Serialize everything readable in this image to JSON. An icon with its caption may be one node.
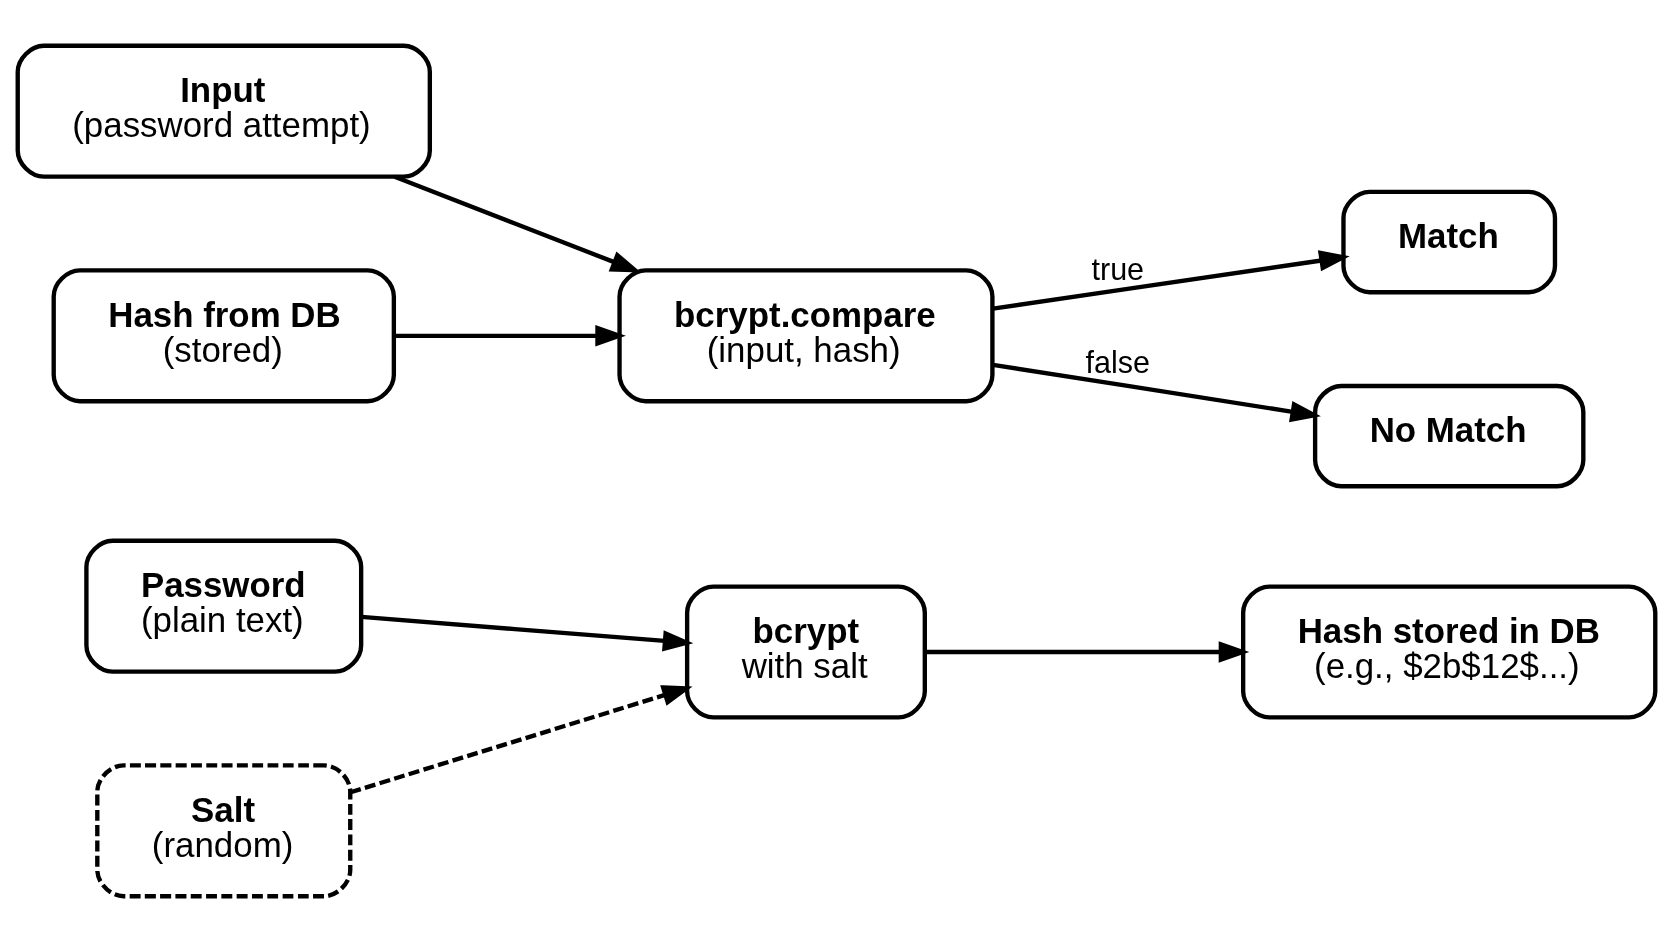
{
  "diagram": {
    "nodes": [
      {
        "text": [
          "Password",
          "(plain text)"
        ]
      },
      {
        "text": [
          "bcrypt",
          "with salt"
        ]
      },
      {
        "text": [
          "Hash stored in DB",
          "(e.g., $2b$12$...)"
        ]
      },
      {
        "text": [
          "Salt",
          "(random)"
        ]
      },
      {
        "text": [
          "Input",
          "(password attempt)"
        ]
      },
      {
        "text": [
          "Hash from DB",
          "(stored)"
        ]
      },
      {
        "text": [
          "bcrypt.compare",
          "(input, hash)"
        ]
      },
      {
        "text": [
          "Match"
        ]
      },
      {
        "text": [
          "No Match"
        ]
      }
    ],
    "edges": [
      {
        "from": 0,
        "to": 1,
        "arrow": "to"
      },
      {
        "from": 1,
        "to": 2,
        "arrow": "to"
      },
      {
        "from": 3,
        "to": 1,
        "arrow": "to",
        "style": "dashed"
      },
      {
        "from": 4,
        "to": 6,
        "arrow": "to"
      },
      {
        "from": 5,
        "to": 6,
        "arrow": "to"
      },
      {
        "from": 6,
        "to": 7,
        "arrow": "to",
        "label": "true"
      },
      {
        "from": 6,
        "to": 8,
        "arrow": "to",
        "label": "false"
      }
    ]
  }
}
